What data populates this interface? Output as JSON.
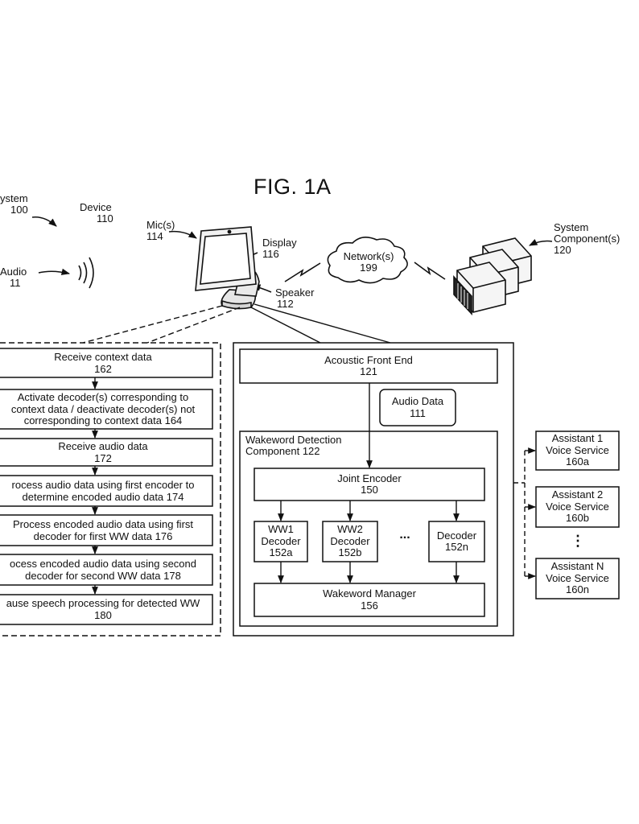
{
  "figure_title": "FIG. 1A",
  "labels": {
    "system": "ystem",
    "system_num": "100",
    "device": "Device",
    "device_num": "110",
    "mic": "Mic(s)",
    "mic_num": "114",
    "display": "Display",
    "display_num": "116",
    "audio": "Audio",
    "audio_num": "11",
    "speaker": "Speaker",
    "speaker_num": "112",
    "network": "Network(s)",
    "network_num": "199",
    "system_component": "System",
    "system_component_2": "Component(s)",
    "system_component_num": "120"
  },
  "steps": [
    {
      "line1": "Receive context data",
      "line2": "162"
    },
    {
      "line1": "Activate decoder(s) corresponding to",
      "line2": "context data / deactivate decoder(s) not",
      "line3": "corresponding to context data 164"
    },
    {
      "line1": "Receive audio data",
      "line2": "172"
    },
    {
      "line1": "rocess audio data using first encoder to",
      "line2": "determine encoded audio data 174"
    },
    {
      "line1": "Process encoded audio data using first",
      "line2": "decoder for first WW data 176"
    },
    {
      "line1": "ocess encoded audio data using second",
      "line2": "decoder for second WW data 178"
    },
    {
      "line1": "ause speech processing for detected WW",
      "line2": "180"
    }
  ],
  "afe": {
    "line1": "Acoustic Front End",
    "line2": "121"
  },
  "audio_data": {
    "line1": "Audio Data",
    "line2": "111"
  },
  "wakeword": {
    "line1": "Wakeword Detection",
    "line2": "Component 122"
  },
  "joint_encoder": {
    "line1": "Joint Encoder",
    "line2": "150"
  },
  "decoders": [
    {
      "line1": "WW1",
      "line2": "Decoder",
      "line3": "152a"
    },
    {
      "line1": "WW2",
      "line2": "Decoder",
      "line3": "152b"
    },
    {
      "line1": "Decoder",
      "line2": "152n"
    }
  ],
  "ellipsis": "...",
  "manager": {
    "line1": "Wakeword Manager",
    "line2": "156"
  },
  "assistants": [
    {
      "line1": "Assistant 1",
      "line2": "Voice Service",
      "line3": "160a"
    },
    {
      "line1": "Assistant 2",
      "line2": "Voice Service",
      "line3": "160b"
    },
    {
      "line1": "Assistant N",
      "line2": "Voice Service",
      "line3": "160n"
    }
  ],
  "vertical_ellipsis": "⋮"
}
